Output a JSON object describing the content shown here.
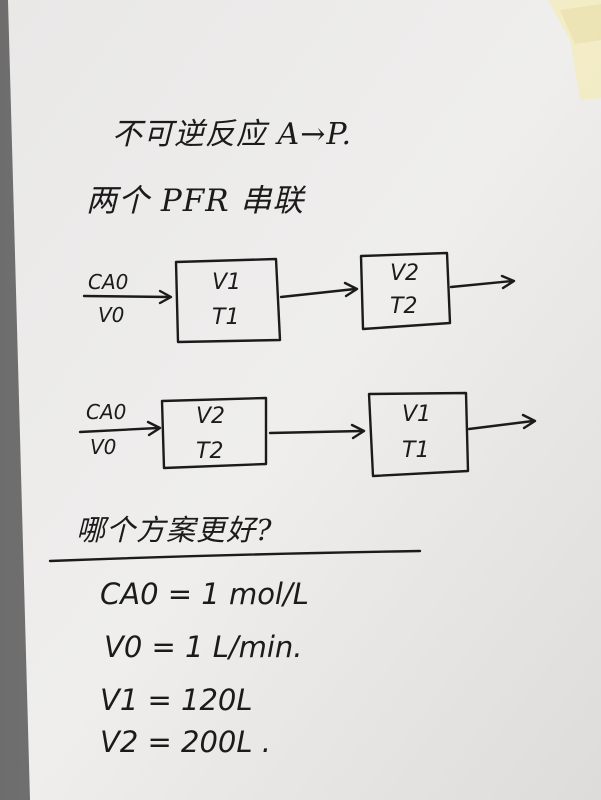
{
  "problem": {
    "title": "不可逆反应 A→P.",
    "subtitle": "两个 PFR 串联",
    "question": "哪个方案更好?"
  },
  "scheme1": {
    "inlet_ca": "CA0",
    "inlet_v": "V0",
    "reactor1_volume": "V1",
    "reactor1_temp": "T1",
    "reactor2_volume": "V2",
    "reactor2_temp": "T2"
  },
  "scheme2": {
    "inlet_ca": "CA0",
    "inlet_v": "V0",
    "reactor1_volume": "V2",
    "reactor1_temp": "T2",
    "reactor2_volume": "V1",
    "reactor2_temp": "T1"
  },
  "given": {
    "ca0": "CA0 = 1 mol/L",
    "v0": "V0 = 1 L/min.",
    "v1": "V1 = 120L",
    "v2": "V2 = 200L ."
  },
  "colors": {
    "paper": "#eceae8",
    "ink": "#1b1b1b",
    "sticky_note": "#f2ecc4"
  }
}
